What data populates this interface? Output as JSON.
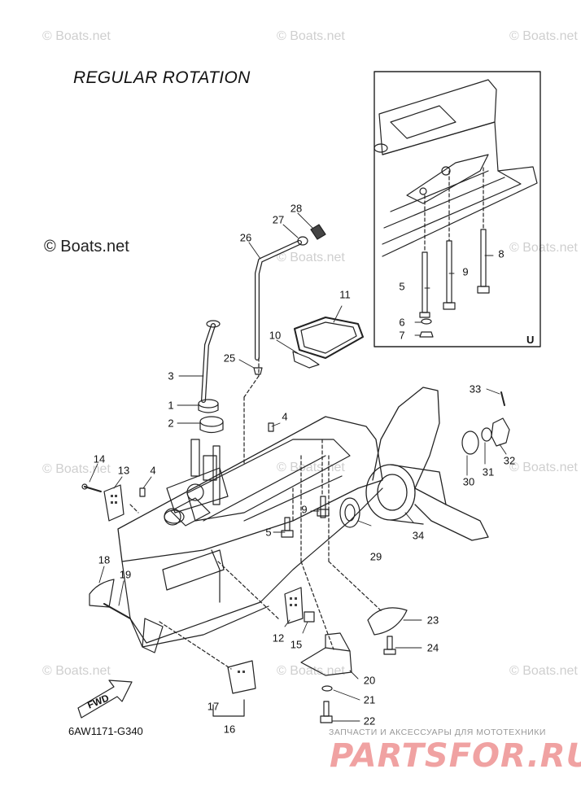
{
  "diagram": {
    "title": "REGULAR ROTATION",
    "copyright_note": "© Boats.net",
    "drawing_code": "6AW1171-G340",
    "inset_label": "U",
    "fwd_label": "FWD"
  },
  "watermarks": [
    "© Boats.net",
    "© Boats.net",
    "© Boats.net",
    "© Boats.net",
    "© Boats.net",
    "© Boats.net",
    "© Boats.net",
    "© Boats.net",
    "© Boats.net",
    "© Boats.net",
    "© Boats.net",
    "© Boats.net"
  ],
  "branding": {
    "tagline": "ЗАПЧАСТИ И АКСЕССУАРЫ ДЛЯ МОТОТЕХНИКИ",
    "site": "PARTSFOR.RU"
  },
  "callouts": [
    "1",
    "2",
    "3",
    "4",
    "4",
    "5",
    "5",
    "6",
    "7",
    "8",
    "9",
    "9",
    "10",
    "11",
    "12",
    "13",
    "14",
    "15",
    "16",
    "17",
    "18",
    "19",
    "20",
    "21",
    "22",
    "23",
    "24",
    "25",
    "26",
    "27",
    "28",
    "29",
    "30",
    "31",
    "32",
    "33",
    "34"
  ]
}
